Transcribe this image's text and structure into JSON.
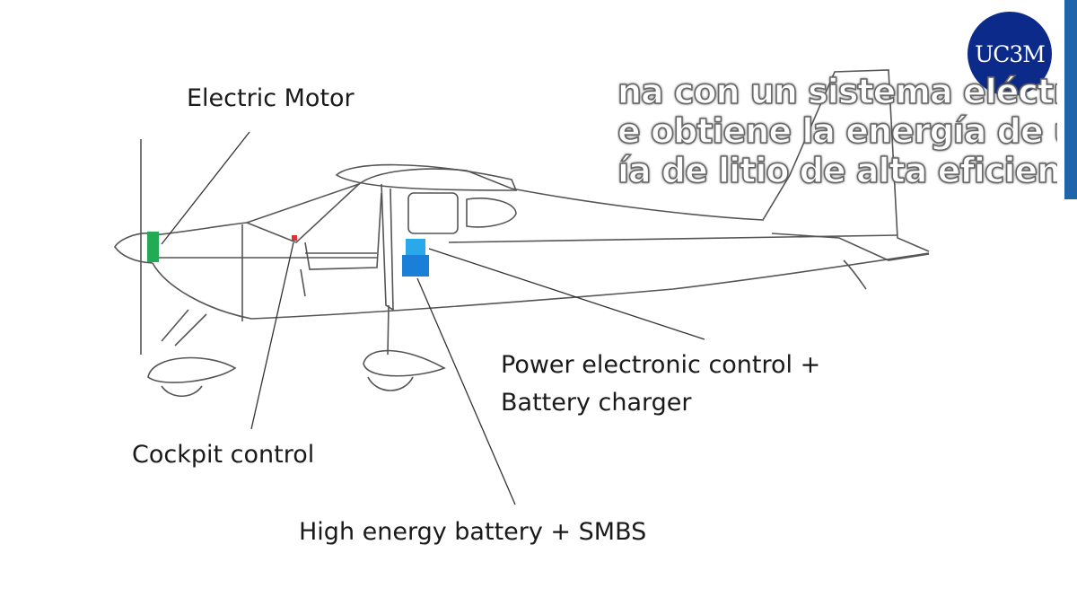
{
  "labels": {
    "electric_motor": "Electric Motor",
    "cockpit_control": "Cockpit control",
    "power_control_line1": "Power electronic control +",
    "power_control_line2": "Battery charger",
    "battery": "High energy battery + SMBS"
  },
  "subtitles": [
    "na con un sistema eléctrico",
    "e obtiene la energía de una",
    "ía de litio de alta eficiencia"
  ],
  "logo_text": "UC3M",
  "colors": {
    "motor": "#22aa55",
    "cockpit": "#e03030",
    "controller": "#29a8ea",
    "battery": "#1a7fd6",
    "logo": "#0c2a8a",
    "sidebar": "#1f63a8"
  }
}
